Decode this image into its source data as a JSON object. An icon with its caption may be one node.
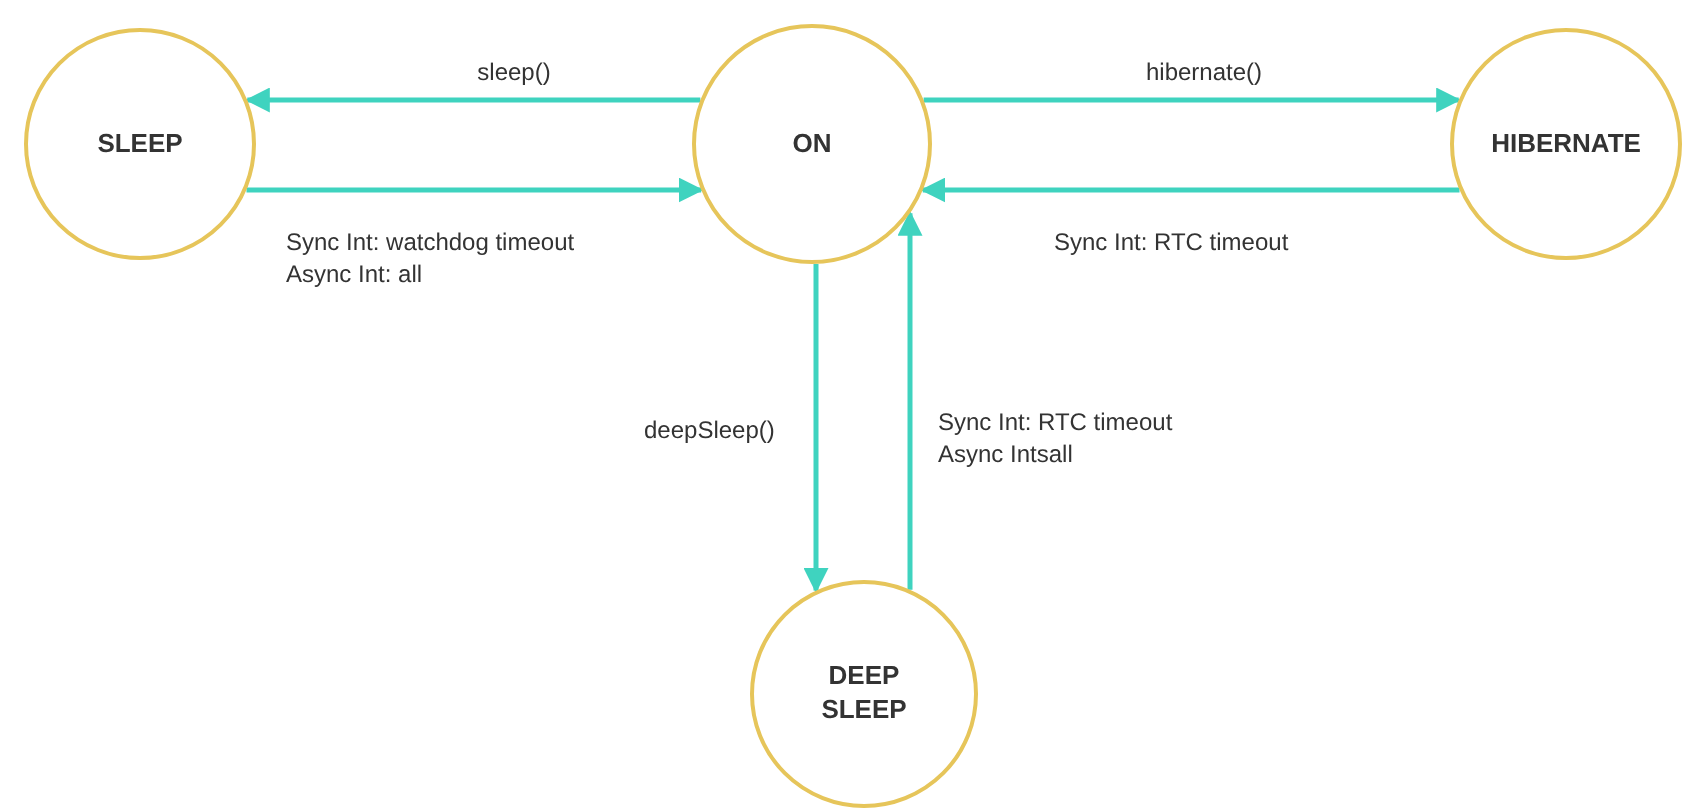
{
  "diagram": {
    "nodes": [
      {
        "text": [
          "SLEEP"
        ]
      },
      {
        "text": [
          "ON"
        ]
      },
      {
        "text": [
          "HIBERNATE"
        ]
      },
      {
        "text": [
          "DEEP SLEEP"
        ]
      }
    ],
    "edges": [
      {
        "from": 1,
        "to": 0,
        "arrow": "to",
        "label": "sleep()"
      },
      {
        "from": 0,
        "to": 1,
        "arrow": "to",
        "label": "Sync Int: watchdog timeout Async Int: all"
      },
      {
        "from": 1,
        "to": 2,
        "arrow": "to",
        "label": "hibernate()"
      },
      {
        "from": 2,
        "to": 1,
        "arrow": "to",
        "label": "Sync Int: RTC timeout"
      },
      {
        "from": 1,
        "to": 3,
        "arrow": "to",
        "label": "deepSleep()"
      },
      {
        "from": 3,
        "to": 1,
        "arrow": "to",
        "label": "Sync Int: RTC timeout Async Intsall"
      }
    ]
  }
}
